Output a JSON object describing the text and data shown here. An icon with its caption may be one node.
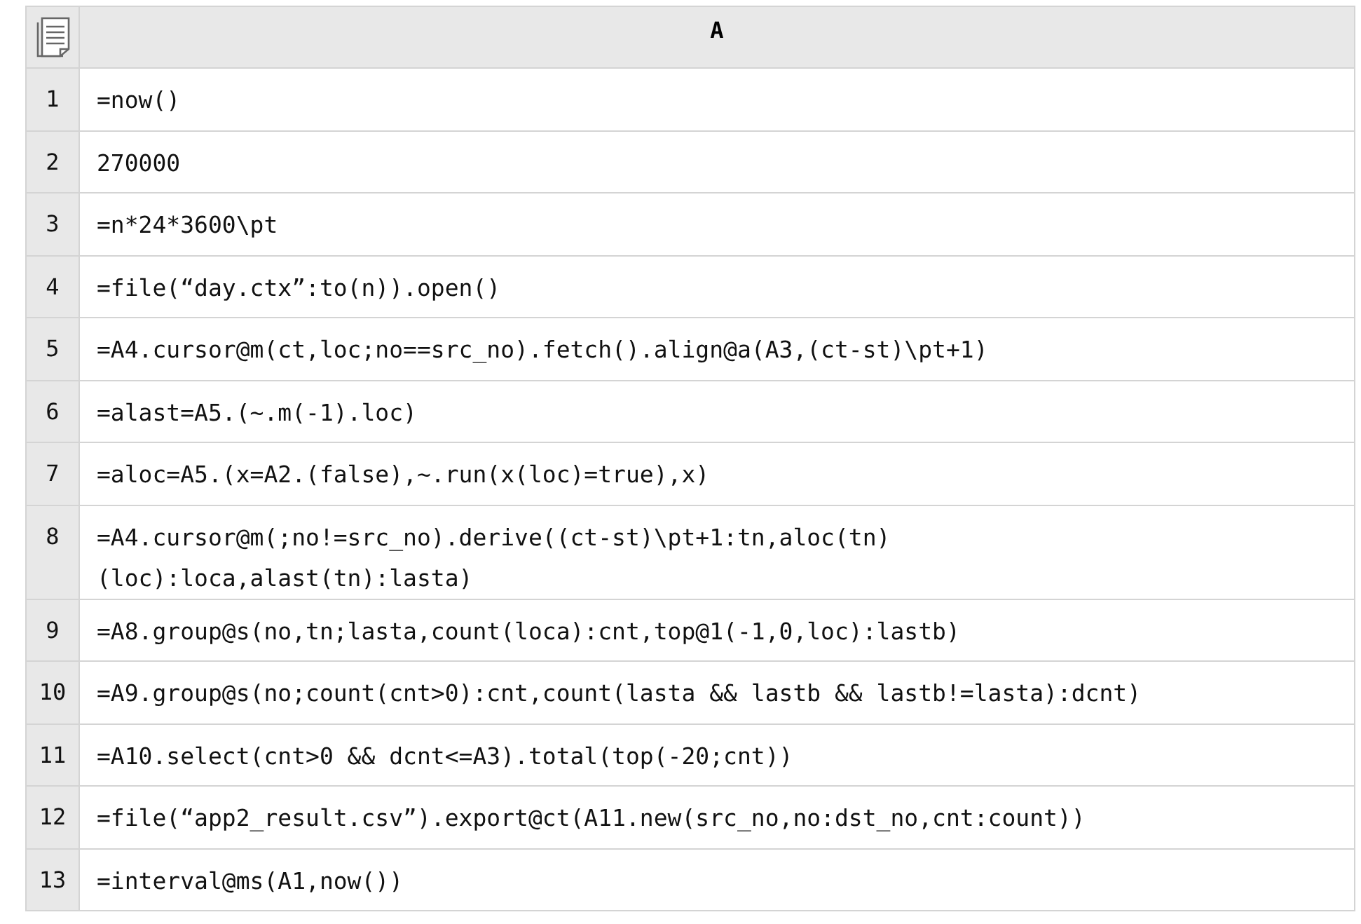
{
  "diagram": {
    "labels": [
      "A",
      "1",
      "=now()",
      "2",
      "270000",
      "3",
      "=n*24*3600\\pt",
      "4",
      "=file(“day.ctx”:to(n)).open()",
      "5",
      "=A4.cursor@m(ct,loc;no==src_no).fetch().align@a(A3,(ct-st)\\pt+1)",
      "6",
      "=alast=A5.(~.m(-1).loc)",
      "7",
      "=aloc=A5.(x=A2.(false),~.run(x(loc)=true),x)",
      "8",
      "=A4.cursor@m(;no!=src_no).derive((ct-st)\\pt+1:tn,aloc(tn) (loc):loca,alast(tn):lasta)",
      "9",
      "=A8.group@s(no,tn;lasta,count(loca):cnt,top@1(-1,0,loc):lastb)",
      "10",
      "=A9.group@s(no;count(cnt>0):cnt,count(lasta && lastb && lastb!=lasta):dcnt)",
      "11",
      "=A10.select(cnt>0 && dcnt<=A3).total(top(-20;cnt))",
      "12",
      "=file(“app2_result.csv”).export@ct(A11.new(src_no,no:dst_no,cnt:count))",
      "13",
      "=interval@ms(A1,now())"
    ]
  }
}
